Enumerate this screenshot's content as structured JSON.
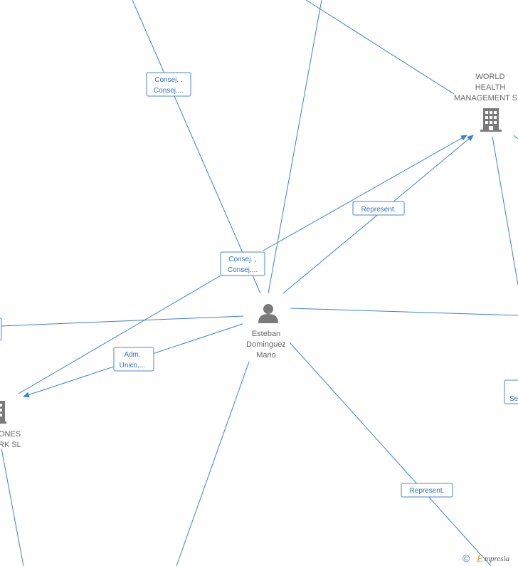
{
  "colors": {
    "edge": "#3f7fd4",
    "icon": "#7a7a7a",
    "label_text": "#666666",
    "badge_text": "#2f6fc6"
  },
  "nodes": {
    "person": {
      "lines": [
        "Esteban",
        "Dominguez",
        "Mario"
      ],
      "icon": "person-icon"
    },
    "company_world": {
      "lines": [
        "WORLD",
        "HEALTH",
        "MANAGEMENT S"
      ],
      "icon": "building-icon"
    },
    "company_left": {
      "lines": [
        "ONES",
        "RK SL"
      ],
      "icon": "building-icon"
    }
  },
  "edge_labels": {
    "top_consej": [
      "Consej. ,",
      "Consej...."
    ],
    "mid_consej": [
      "Consej. ,",
      "Consej...."
    ],
    "adm": [
      "Adm.",
      "Unico,..."
    ],
    "represent_world": [
      "Represent."
    ],
    "represent_bottom": [
      "Represent."
    ],
    "right_partial": [
      "Se"
    ]
  },
  "watermark": {
    "symbol": "©",
    "brand_initial": "E",
    "brand_rest": "mpresia"
  }
}
